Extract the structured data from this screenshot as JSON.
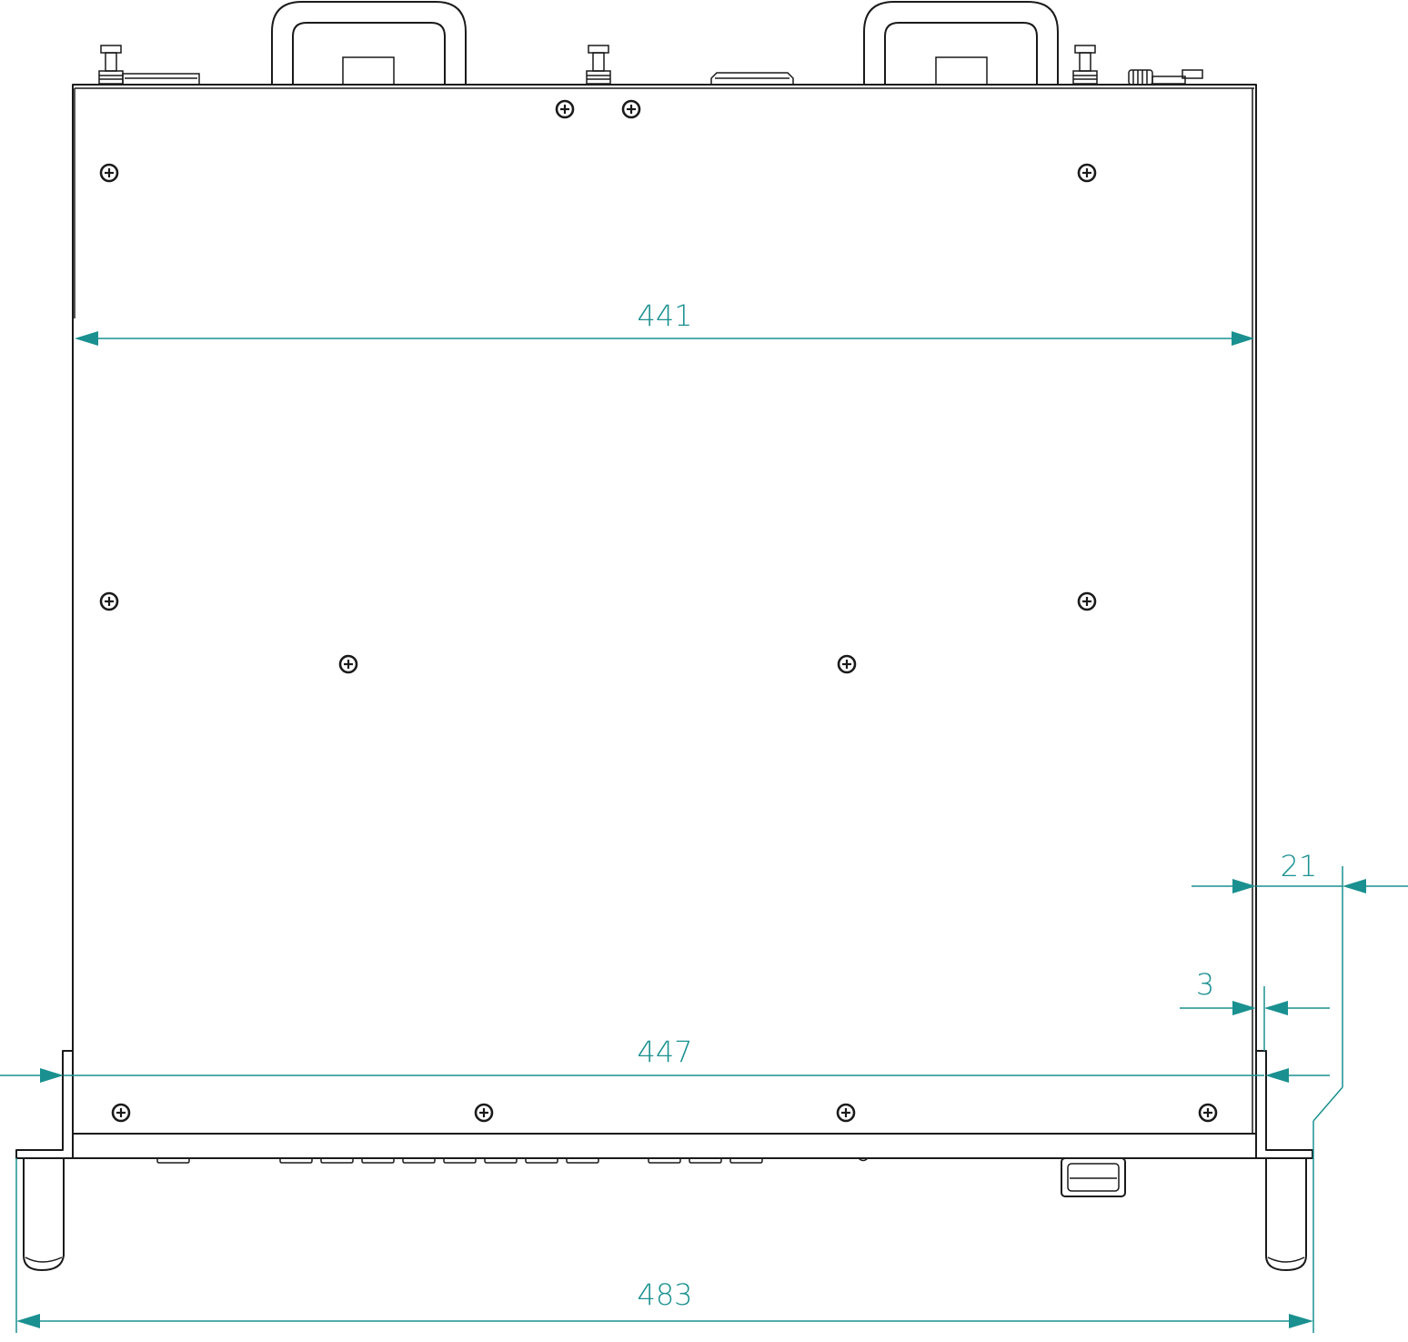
{
  "dimensions": {
    "inner_width": "441",
    "front_panel_width": "447",
    "overall_width": "483",
    "ear_depth": "21",
    "panel_thickness": "3"
  },
  "colors": {
    "outline": "#1a1a1a",
    "dimension": "#1a9090"
  }
}
